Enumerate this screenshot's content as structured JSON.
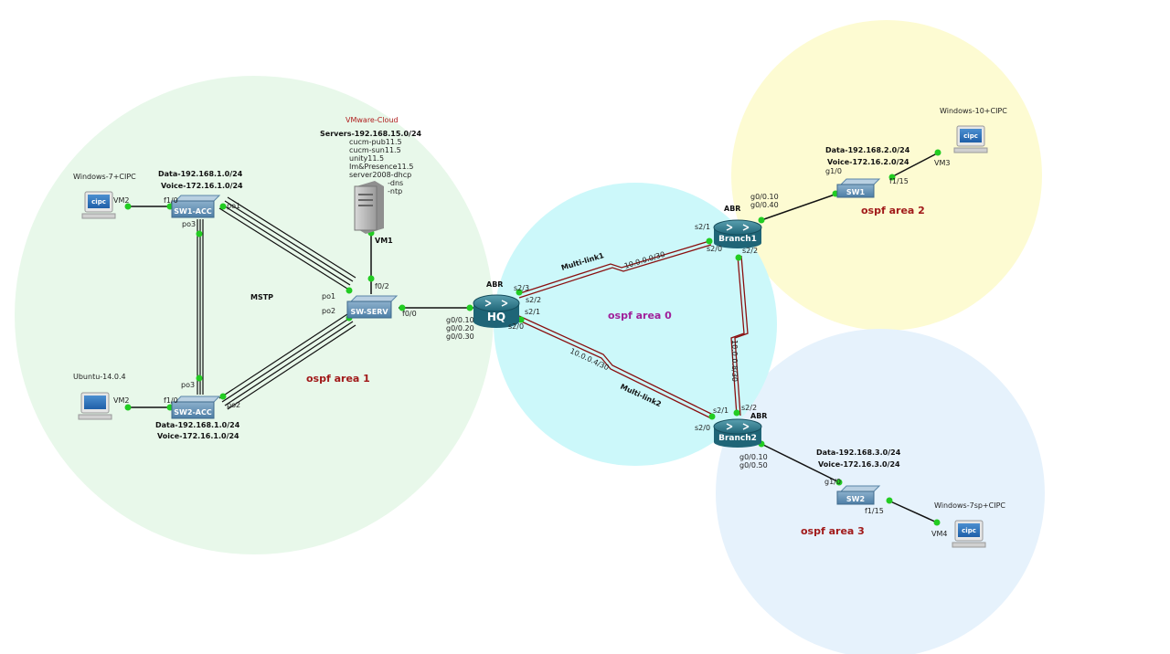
{
  "areas": {
    "area1": "ospf area 1",
    "area0": "ospf area 0",
    "area2": "ospf area 2",
    "area3": "ospf area 3",
    "colors": {
      "area1": "#e8f8ea",
      "area0": "#ccf8fa",
      "area2": "#fdfbd2",
      "area3": "#e6f2fc"
    }
  },
  "devices": {
    "sw1acc": "SW1-ACC",
    "sw2acc": "SW2-ACC",
    "swserv": "SW-SERV",
    "hq": "HQ",
    "branch1": "Branch1",
    "branch2": "Branch2",
    "sw1": "SW1",
    "sw2": "SW2",
    "cipc": "cipc"
  },
  "hosts": {
    "win7": "Windows-7+CIPC",
    "ubuntu": "Ubuntu-14.0.4",
    "win10": "Windows-10+CIPC",
    "win7sp": "Windows-7sp+CIPC"
  },
  "server": {
    "cloud_title": "VMware-Cloud",
    "subnet": "Servers-192.168.15.0/24",
    "services": [
      "cucm-pub11.5",
      "cucm-sun11.5",
      "unity11.5",
      "Im&Presence11.5",
      "server2008-dhcp",
      "-dns",
      "-ntp"
    ],
    "vm": "VM1"
  },
  "subnets": {
    "sw1acc_data": "Data-192.168.1.0/24",
    "sw1acc_voice": "Voice-172.16.1.0/24",
    "sw2acc_data": "Data-192.168.1.0/24",
    "sw2acc_voice": "Voice-172.16.1.0/24",
    "sw1_data": "Data-192.168.2.0/24",
    "sw1_voice": "Voice-172.16.2.0/24",
    "sw2_data": "Data-192.168.3.0/24",
    "sw2_voice": "Voice-172.16.3.0/24"
  },
  "labels": {
    "mstp": "MSTP",
    "abr": "ABR",
    "multilink1": "Multi-link1",
    "multilink2": "Multi-link2",
    "net1": "10.0.0.0/30",
    "net2": "10.0.0.4/30",
    "net3": "10.0.0.8/30"
  },
  "ports": {
    "vm2_a": "VM2",
    "vm2_b": "VM2",
    "vm3": "VM3",
    "vm4": "VM4",
    "sw1acc_f10": "f1/0",
    "sw1acc_po1": "po1",
    "sw1acc_po3": "po3",
    "sw2acc_f10": "f1/0",
    "sw2acc_po3": "po3",
    "sw2acc_po2": "po2",
    "serv_f02": "f0/2",
    "serv_po1": "po1",
    "serv_po2": "po2",
    "serv_f00": "f0/0",
    "hq_s23": "s2/3",
    "hq_s22": "s2/2",
    "hq_s21": "s2/1",
    "hq_s20": "s2/0",
    "hq_g010": "g0/0.10",
    "hq_g020": "g0/0.20",
    "hq_g030": "g0/0.30",
    "b1_s21": "s2/1",
    "b1_s20": "s2/0",
    "b1_s22": "s2/2",
    "b1_g010": "g0/0.10",
    "b1_g040": "g0/0.40",
    "b2_s21": "s2/1",
    "b2_s22": "s2/2",
    "b2_s20": "s2/0",
    "b2_g010": "g0/0.10",
    "b2_g050": "g0/0.50",
    "sw1_g10": "g1/0",
    "sw1_f115": "f1/15",
    "sw2_g10": "g1/0",
    "sw2_f115": "f1/15"
  }
}
